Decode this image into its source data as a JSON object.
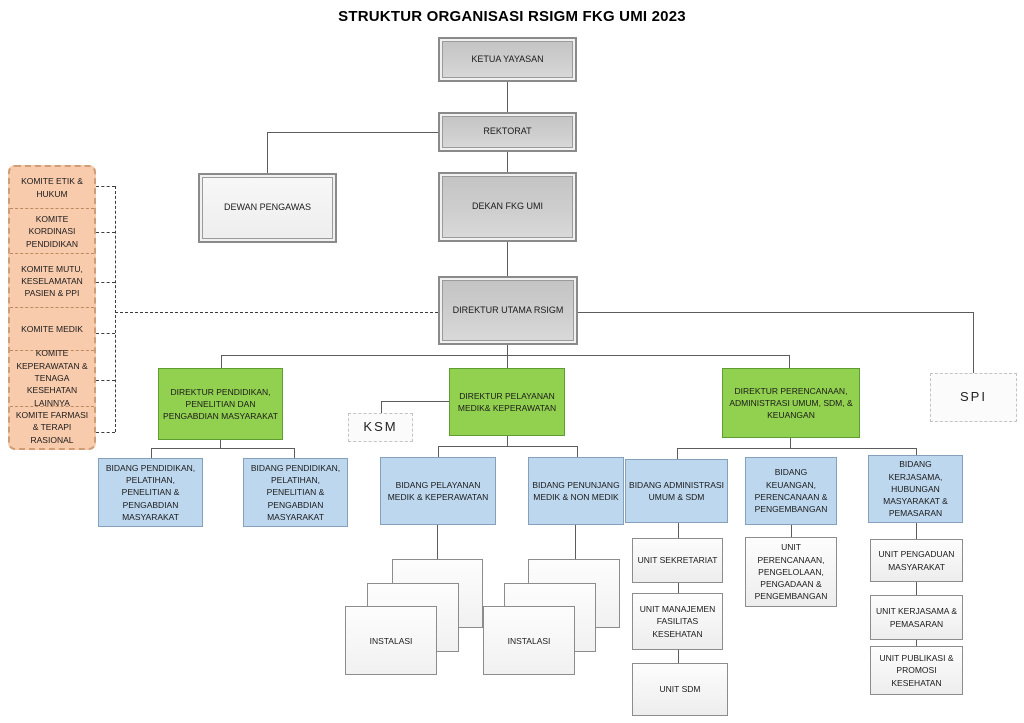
{
  "title": "STRUKTUR ORGANISASI RSIGM FKG UMI 2023",
  "nodes": {
    "ketua_yayasan": "KETUA YAYASAN",
    "rektorat": "REKTORAT",
    "dewan_pengawas": "DEWAN PENGAWAS",
    "dekan": "DEKAN FKG UMI",
    "direktur_utama": "DIREKTUR UTAMA RSIGM",
    "ksm": "KSM",
    "spi": "SPI"
  },
  "komite": {
    "items": [
      "KOMITE ETIK & HUKUM",
      "KOMITE KORDINASI PENDIDIKAN",
      "KOMITE MUTU, KESELAMATAN PASIEN & PPI",
      "KOMITE MEDIK",
      "KOMITE KEPERAWATAN & TENAGA KESEHATAN LAINNYA",
      "KOMITE FARMASI & TERAPI RASIONAL"
    ]
  },
  "direktorat": [
    "DIREKTUR PENDIDIKAN, PENELITIAN DAN PENGABDIAN MASYARAKAT",
    "DIREKTUR PELAYANAN MEDIK& KEPERAWATAN",
    "DIREKTUR PERENCANAAN, ADMINISTRASI UMUM, SDM, & KEUANGAN"
  ],
  "bidang": [
    "BIDANG PENDIDIKAN, PELATIHAN, PENELITIAN & PENGABDIAN MASYARAKAT",
    "BIDANG PENDIDIKAN, PELATIHAN, PENELITIAN & PENGABDIAN MASYARAKAT",
    "BIDANG PELAYANAN MEDIK & KEPERAWATAN",
    "BIDANG PENUNJANG MEDIK & NON MEDIK",
    "BIDANG ADMINISTRASI UMUM & SDM",
    "BIDANG KEUANGAN, PERENCANAAN & PENGEMBANGAN",
    "BIDANG KERJASAMA, HUBUNGAN MASYARAKAT & PEMASARAN"
  ],
  "units": {
    "sekretariat": "UNIT SEKRETARIAT",
    "manajemen_fasilitas": "UNIT MANAJEMEN FASILITAS KESEHATAN",
    "sdm": "UNIT SDM",
    "perencanaan": "UNIT PERENCANAAN, PENGELOLAAN, PENGADAAN & PENGEMBANGAN",
    "pengaduan": "UNIT PENGADUAN MASYARAKAT",
    "kerjasama": "UNIT KERJASAMA & PEMASARAN",
    "publikasi": "UNIT PUBLIKASI & PROMOSI KESEHATAN"
  },
  "instalasi": {
    "label": "INSTALASI"
  },
  "colors": {
    "direktorat_fill": "#92d050",
    "bidang_fill": "#bdd7ee",
    "komite_fill": "#f8cbad",
    "executive_fill": "#c6c6c6",
    "line": "#5c5c5c"
  }
}
